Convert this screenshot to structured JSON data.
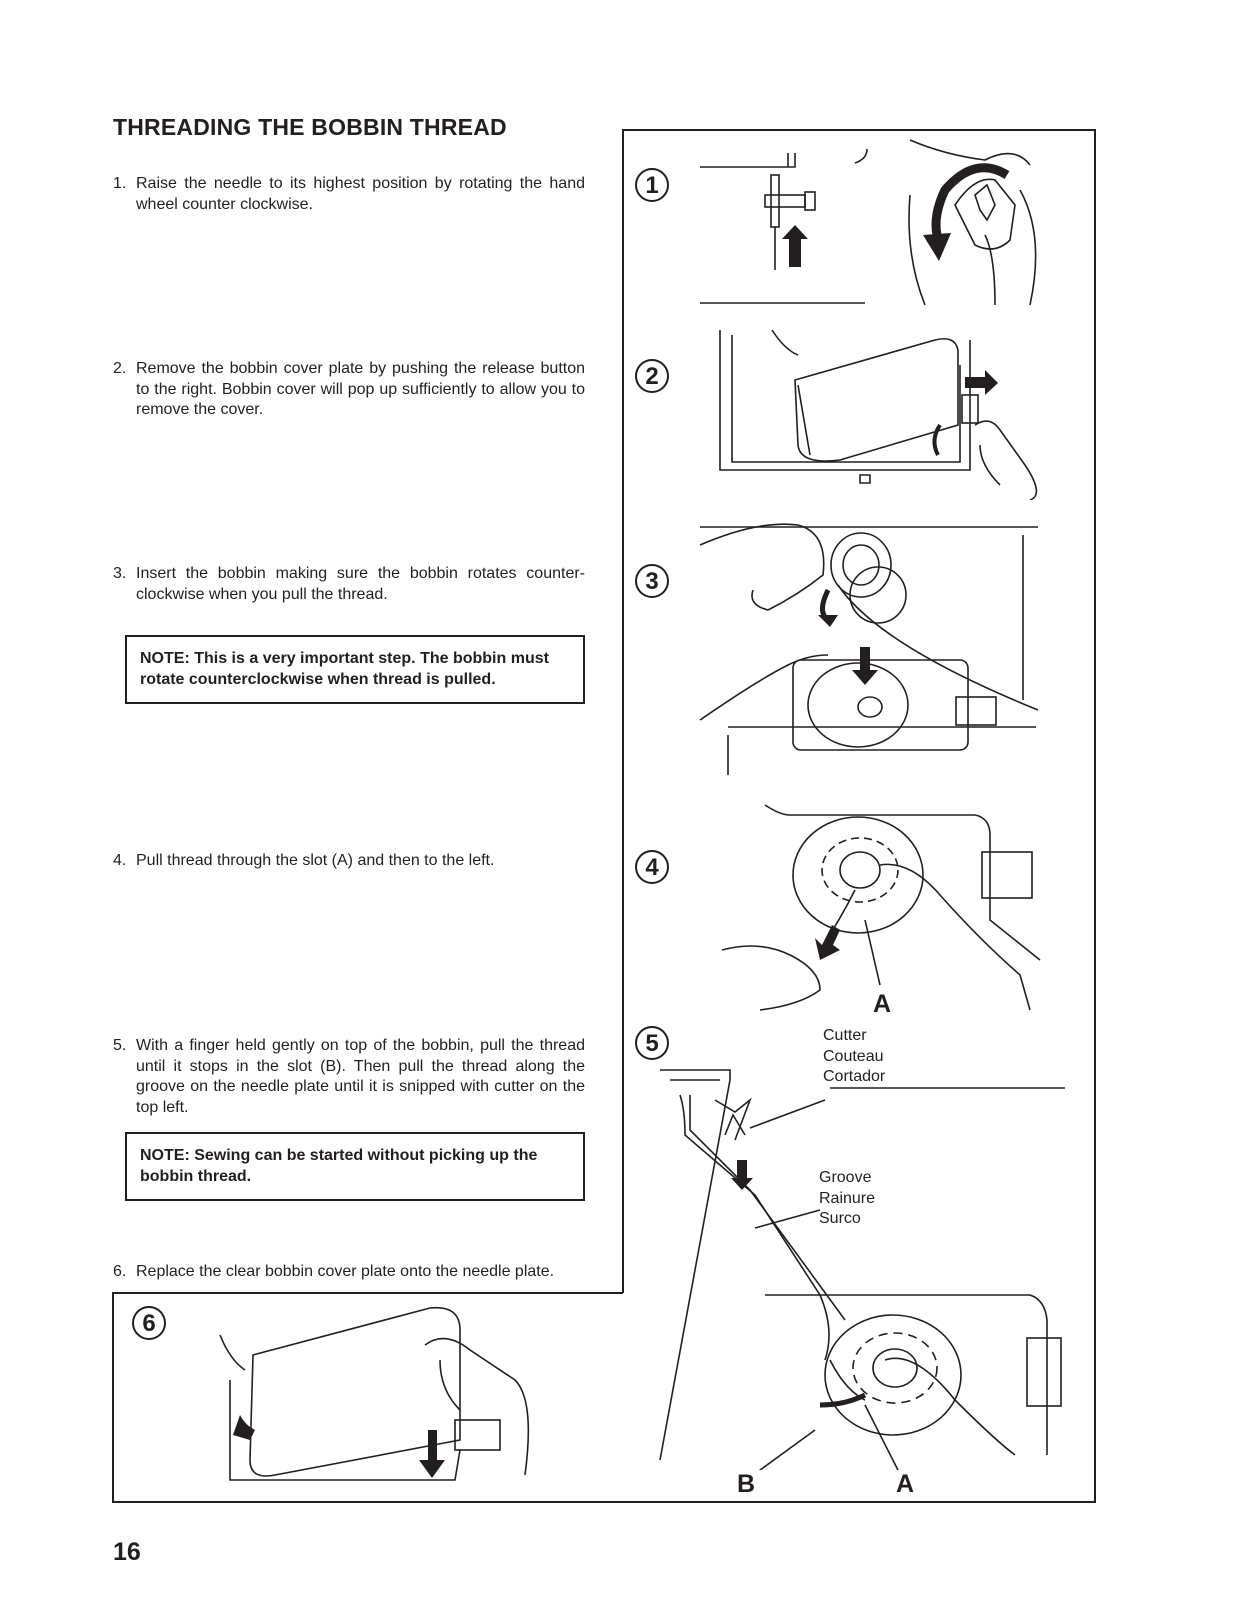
{
  "title": "THREADING THE BOBBIN THREAD",
  "steps": [
    {
      "num": "1.",
      "text": "Raise the needle to its highest position by rotating the hand wheel counter clockwise."
    },
    {
      "num": "2.",
      "text": "Remove the bobbin cover plate by pushing the release button to the right. Bobbin cover will pop up sufficiently to allow you to remove the cover."
    },
    {
      "num": "3.",
      "text": "Insert the bobbin making sure the bobbin rotates counter-clockwise when you pull the thread."
    },
    {
      "num": "4.",
      "text": "Pull thread through the slot (A) and then to the left."
    },
    {
      "num": "5.",
      "text": "With a finger held gently on top of the bobbin, pull the thread until it stops in the slot (B). Then pull the thread along the groove on the needle plate until it is snipped with cutter on the top left."
    },
    {
      "num": "6.",
      "text": "Replace the clear bobbin cover plate onto the needle plate."
    }
  ],
  "notes": [
    "NOTE: This is a very important step. The bobbin must rotate counterclockwise when thread is pulled.",
    "NOTE: Sewing can be started without picking up the bobbin thread."
  ],
  "figures": {
    "numbers": [
      "1",
      "2",
      "3",
      "4",
      "5",
      "6"
    ],
    "cutter_labels": [
      "Cutter",
      "Couteau",
      "Cortador"
    ],
    "groove_labels": [
      "Groove",
      "Rainure",
      "Surco"
    ],
    "letter_a": "A",
    "letter_b": "B"
  },
  "page_number": "16"
}
